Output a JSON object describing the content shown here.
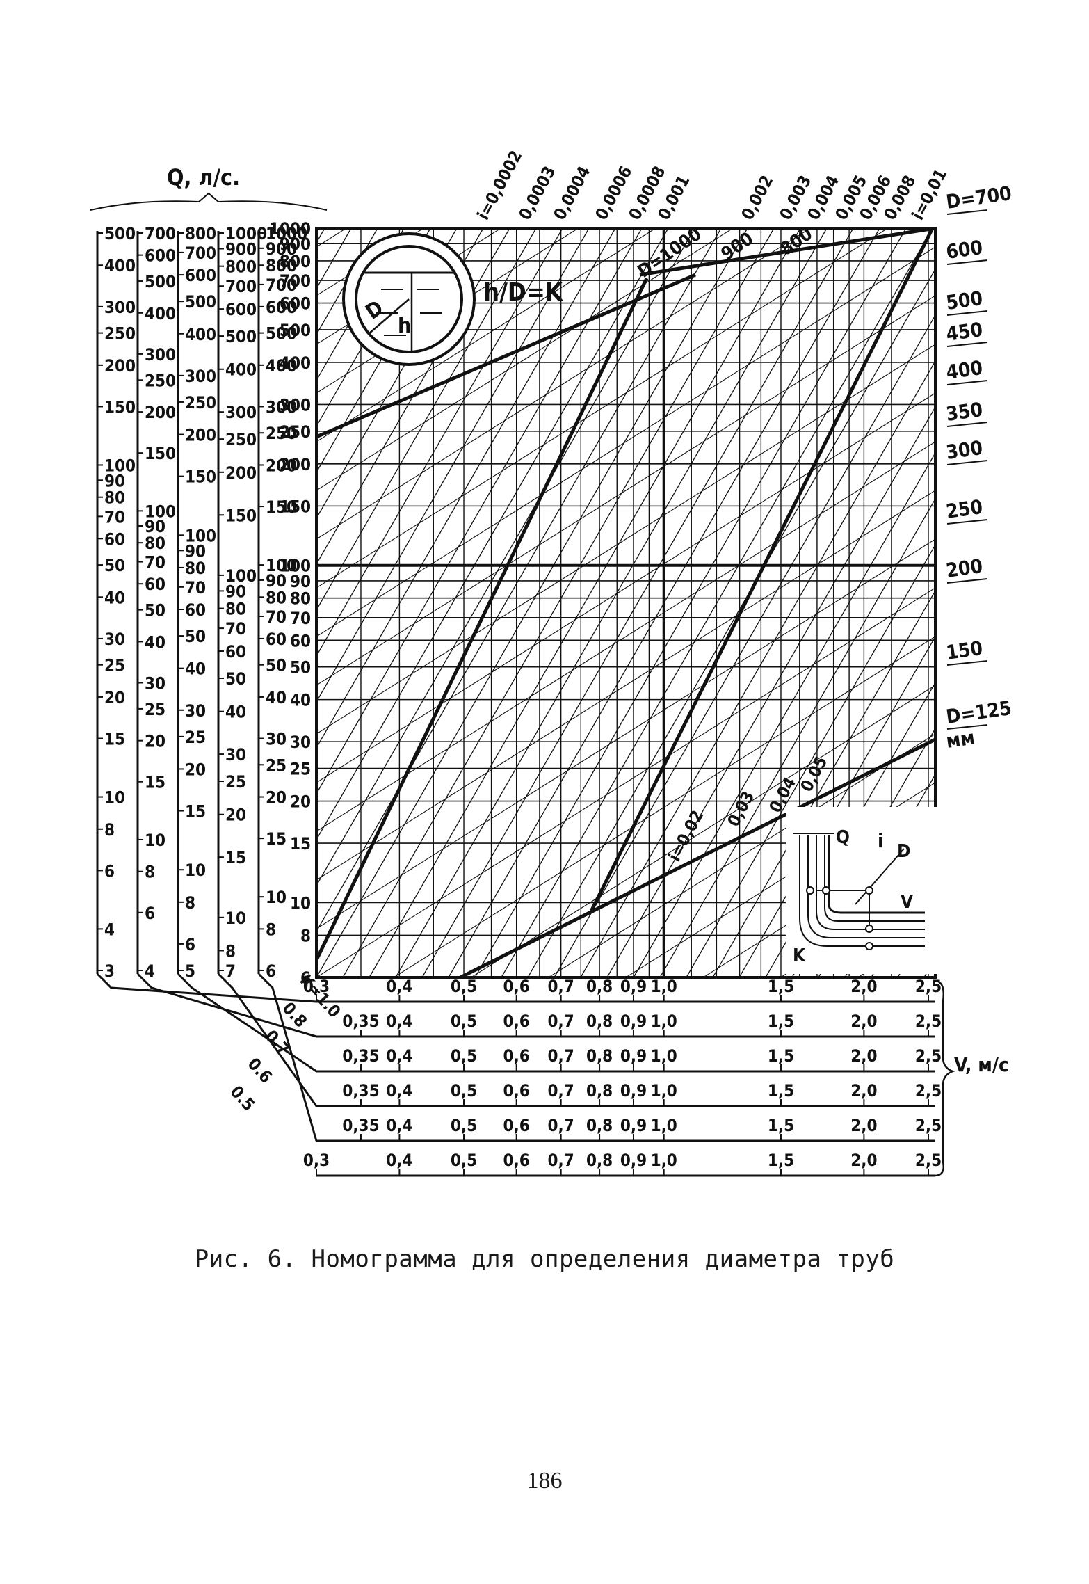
{
  "caption": "Рис. 6. Номограмма для определения диаметра труб",
  "page_number": "186",
  "chart_data": {
    "type": "nomogram",
    "q_scales_title": "Q, л/с.",
    "q_scales": [
      {
        "name": "K=0.5",
        "labels": [
          "500",
          "400",
          "300",
          "250",
          "200",
          "150",
          "100",
          "90",
          "80",
          "70",
          "60",
          "50",
          "40",
          "30",
          "25",
          "20",
          "15",
          "10",
          "8",
          "6",
          "4",
          "3"
        ]
      },
      {
        "name": "K=0.6",
        "labels": [
          "700",
          "600",
          "500",
          "400",
          "300",
          "250",
          "200",
          "150",
          "100",
          "90",
          "80",
          "70",
          "60",
          "50",
          "40",
          "30",
          "25",
          "20",
          "15",
          "10",
          "8",
          "6",
          "4"
        ]
      },
      {
        "name": "K=0.7",
        "labels": [
          "800",
          "700",
          "600",
          "500",
          "400",
          "300",
          "250",
          "200",
          "150",
          "100",
          "90",
          "80",
          "70",
          "60",
          "50",
          "40",
          "30",
          "25",
          "20",
          "15",
          "10",
          "8",
          "6",
          "5"
        ]
      },
      {
        "name": "K=0.8",
        "labels": [
          "1000",
          "900",
          "800",
          "700",
          "600",
          "500",
          "400",
          "300",
          "250",
          "200",
          "150",
          "100",
          "90",
          "80",
          "70",
          "60",
          "50",
          "40",
          "30",
          "25",
          "20",
          "15",
          "10",
          "8",
          "7"
        ]
      },
      {
        "name": "K=1.0",
        "labels": [
          "1000",
          "900",
          "800",
          "700",
          "600",
          "500",
          "400",
          "300",
          "250",
          "200",
          "150",
          "100",
          "90",
          "80",
          "70",
          "60",
          "50",
          "40",
          "30",
          "25",
          "20",
          "15",
          "10",
          "8",
          "6"
        ]
      }
    ],
    "main_q_axis": [
      "1000",
      "900",
      "800",
      "700",
      "600",
      "500",
      "400",
      "300",
      "250",
      "200",
      "150",
      "100",
      "90",
      "80",
      "70",
      "60",
      "50",
      "40",
      "30",
      "25",
      "20",
      "15",
      "10",
      "8",
      "6"
    ],
    "k_labels": [
      "K=1.0",
      "0.8",
      "0.7",
      "0.6",
      "0.5"
    ],
    "slope_labels_top": [
      "i=0,0002",
      "0,0003",
      "0,0004",
      "0,0006",
      "0,0008",
      "0,001",
      "0,002",
      "0,003",
      "0,004",
      "0,005",
      "0,006",
      "0,008",
      "i=0,01"
    ],
    "slope_labels_bottom": [
      "i=0,02",
      "0,03",
      "0,04",
      "0,05"
    ],
    "diameter_labels": [
      "D=700",
      "600",
      "500",
      "450",
      "400",
      "350",
      "300",
      "250",
      "200",
      "150",
      "D=125",
      "мм"
    ],
    "diameter_inner_labels": [
      "D=1000",
      "900",
      "800"
    ],
    "v_scales_title": "V, м/с",
    "v_scales": [
      [
        "0,3",
        "0,4",
        "0,5",
        "0,6",
        "0,7",
        "0,8",
        "0,9",
        "1,0",
        "1,5",
        "2,0",
        "2,5"
      ],
      [
        "0,35",
        "0,4",
        "0,5",
        "0,6",
        "0,7",
        "0,8",
        "0,9",
        "1,0",
        "1,5",
        "2,0",
        "2,5"
      ],
      [
        "0,35",
        "0,4",
        "0,5",
        "0,6",
        "0,7",
        "0,8",
        "0,9",
        "1,0",
        "1,5",
        "2,0",
        "2,5"
      ],
      [
        "0,35",
        "0,4",
        "0,5",
        "0,6",
        "0,7",
        "0,8",
        "0,9",
        "1,0",
        "1,5",
        "2,0",
        "2,5"
      ],
      [
        "0,35",
        "0,4",
        "0,5",
        "0,6",
        "0,7",
        "0,8",
        "0,9",
        "1,0",
        "1,5",
        "2,0",
        "2,5"
      ],
      [
        "0,3",
        "0,4",
        "0,5",
        "0,6",
        "0,7",
        "0,8",
        "0,9",
        "1,0",
        "1,5",
        "2,0",
        "2,5"
      ]
    ],
    "inset_formula": "h/D=K",
    "pipe_labels": [
      "D",
      "h"
    ],
    "key_labels": [
      "Q",
      "i",
      "D",
      "V",
      "K"
    ]
  }
}
